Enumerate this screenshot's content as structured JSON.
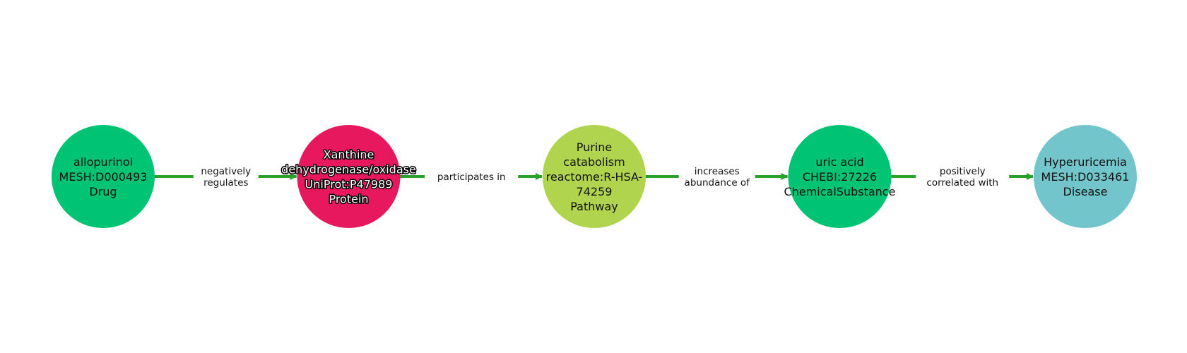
{
  "graph": {
    "edge_color": "#2ca02c",
    "nodes": [
      {
        "id": "allopurinol",
        "lines": [
          "allopurinol",
          "MESH:D000493",
          "Drug"
        ],
        "category": "Drug",
        "color": "#00c373",
        "outlined_text": false
      },
      {
        "id": "xdh",
        "lines": [
          "Xanthine",
          "dehydrogenase/oxidase",
          "UniProt:P47989",
          "Protein"
        ],
        "category": "Protein",
        "color": "#e8185f",
        "outlined_text": true
      },
      {
        "id": "purine",
        "lines": [
          "Purine",
          "catabolism",
          "reactome:R-HSA-",
          "74259",
          "Pathway"
        ],
        "category": "Pathway",
        "color": "#b0d44e",
        "outlined_text": false
      },
      {
        "id": "uric",
        "lines": [
          "uric acid",
          "CHEBI:27226",
          "ChemicalSubstance"
        ],
        "category": "ChemicalSubstance",
        "color": "#00c373",
        "outlined_text": false
      },
      {
        "id": "hyper",
        "lines": [
          "Hyperuricemia",
          "MESH:D033461",
          "Disease"
        ],
        "category": "Disease",
        "color": "#72c6cb",
        "outlined_text": false
      }
    ],
    "edges": [
      {
        "source": "allopurinol",
        "target": "xdh",
        "label_lines": [
          "negatively",
          "regulates"
        ]
      },
      {
        "source": "xdh",
        "target": "purine",
        "label_lines": [
          "participates in"
        ]
      },
      {
        "source": "purine",
        "target": "uric",
        "label_lines": [
          "increases",
          "abundance of"
        ]
      },
      {
        "source": "uric",
        "target": "hyper",
        "label_lines": [
          "positively",
          "correlated with"
        ]
      }
    ]
  }
}
